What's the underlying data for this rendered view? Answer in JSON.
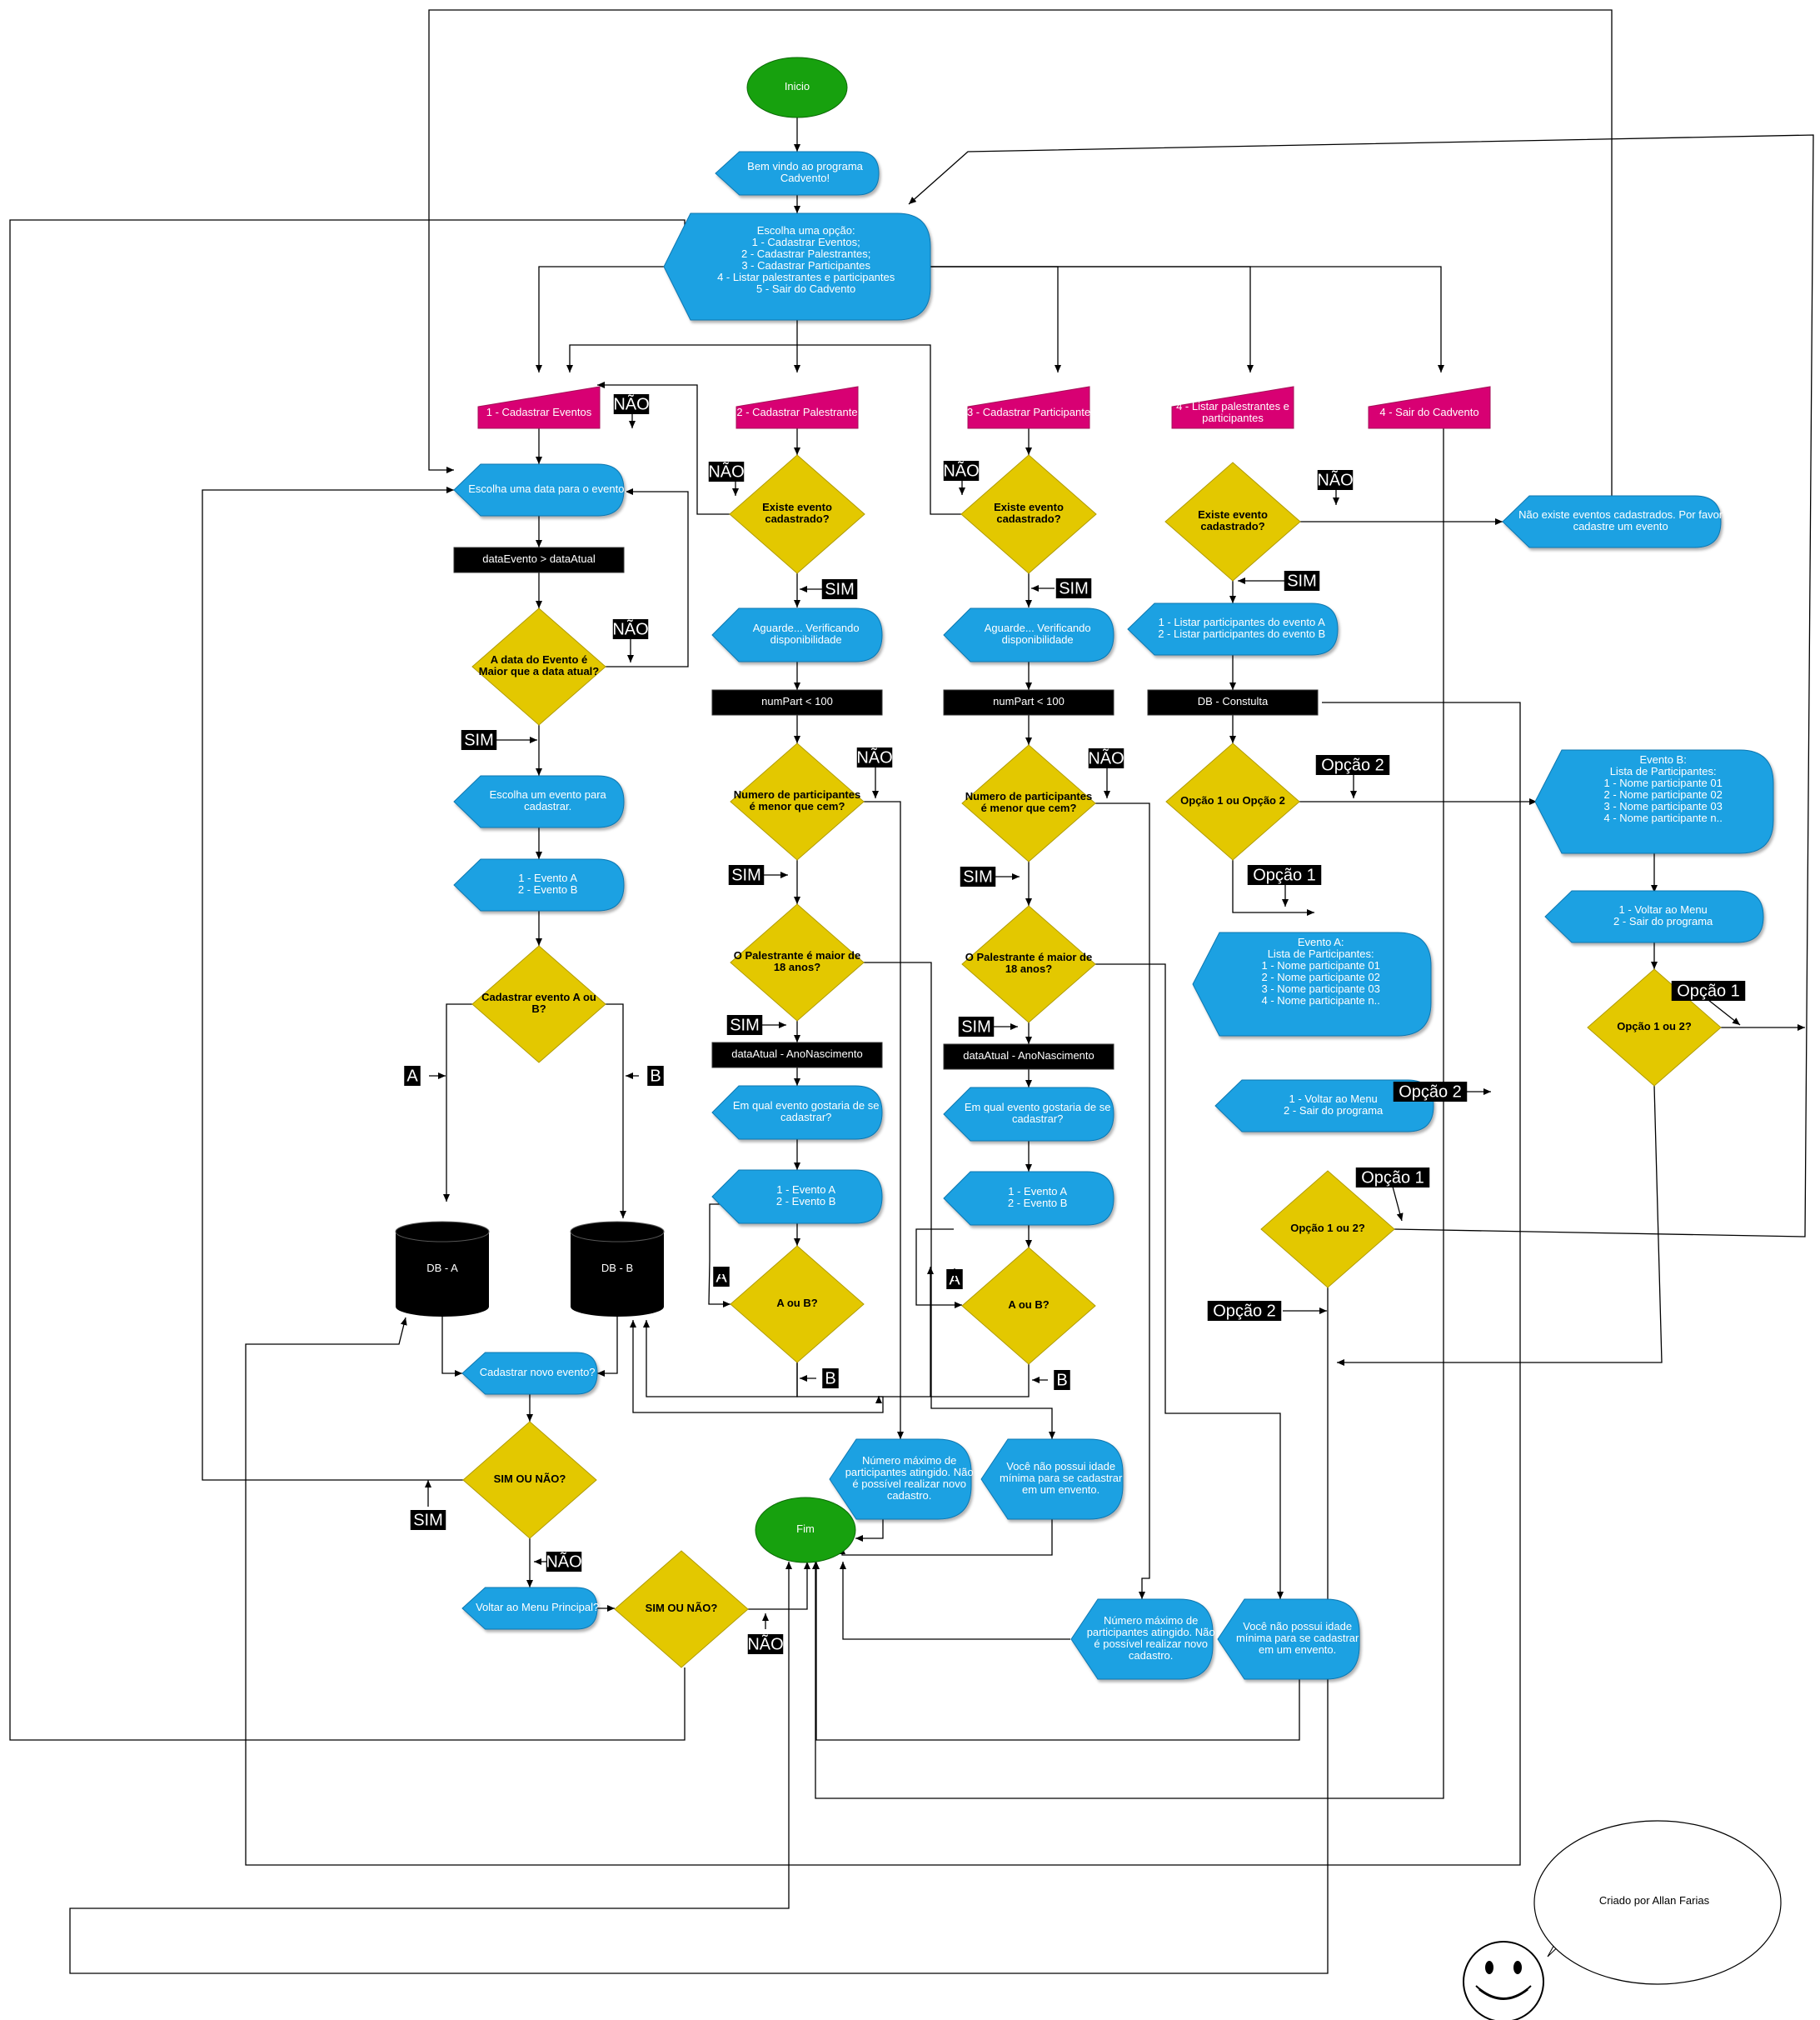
{
  "colors": {
    "terminal": "#17a10e",
    "display": "#1ba1e2",
    "manual": "#d80073",
    "decision": "#e3c800",
    "process": "#000000",
    "line": "#000000"
  },
  "nodes": {
    "inicio": "Inicio",
    "bem_vindo": [
      "Bem vindo ao programa",
      "Cadvento!"
    ],
    "menu": [
      "Escolha uma opção:",
      "",
      "1 - Cadastrar Eventos;",
      "2 - Cadastrar Palestrantes;",
      "3 - Cadastrar Participantes",
      "4 - Listar palestrantes e participantes",
      "5 - Sair do Cadvento"
    ],
    "op1": "1 - Cadastrar Eventos",
    "op2": "2 - Cadastrar Palestrante",
    "op3": "3 - Cadastrar Participante",
    "op4": [
      "4 - Listar palestrantes e",
      "participantes"
    ],
    "op5": "4 - Sair do Cadvento",
    "escolha_data": "Escolha uma data para o evento.",
    "data_evento_cmp": "dataEvento > dataAtual",
    "data_maior": [
      "A data do Evento é",
      "Maior que a data atual?"
    ],
    "escolha_evento": [
      "Escolha um evento para",
      "cadastrar."
    ],
    "evento_ab_1": [
      "1 - Evento A",
      "2 - Evento B"
    ],
    "cadastrar_ab": [
      "Cadastrar evento A ou",
      "B?"
    ],
    "db_a": "DB - A",
    "db_b": "DB - B",
    "cadastrar_novo": "Cadastrar novo evento?",
    "sim_ou_nao_1": "SIM OU NÃO?",
    "voltar_menu": "Voltar ao Menu Principal?",
    "sim_ou_nao_2": "SIM OU NÃO?",
    "fim": "Fim",
    "existe_evento_2": [
      "Existe evento",
      "cadastrado?"
    ],
    "aguarde_2": [
      "Aguarde... Verificando",
      "disponibilidade"
    ],
    "num_part_2": "numPart < 100",
    "num_menor_2": [
      "Numero de participantes",
      "é menor que cem?"
    ],
    "palestrante_maior_2": [
      "O Palestrante é maior de",
      "18 anos?"
    ],
    "data_atual_2": "dataAtual - AnoNascimento",
    "qual_evento_2": [
      "Em qual evento gostaria de se",
      "cadastrar?"
    ],
    "evento_ab_2": [
      "1 - Evento A",
      "2 - Evento B"
    ],
    "a_ou_b_2": "A ou B?",
    "max_part_2": [
      "Número máximo de",
      "participantes atingido. Não",
      "é possível realizar novo",
      "cadastro."
    ],
    "sem_idade_2": [
      "Você não possui idade",
      "mínima para se cadastrar",
      "em um envento."
    ],
    "existe_evento_3": [
      "Existe evento",
      "cadastrado?"
    ],
    "aguarde_3": [
      "Aguarde... Verificando",
      "disponibilidade"
    ],
    "num_part_3": "numPart < 100",
    "num_menor_3": [
      "Numero de participantes",
      "é menor que cem?"
    ],
    "participante_maior_3": [
      "O Palestrante é maior de",
      "18 anos?"
    ],
    "data_atual_3": "dataAtual - AnoNascimento",
    "qual_evento_3": [
      "Em qual evento gostaria de se",
      "cadastrar?"
    ],
    "evento_ab_3": [
      "1 - Evento A",
      "2 - Evento B"
    ],
    "a_ou_b_3": "A ou B?",
    "max_part_3": [
      "Número máximo de",
      "participantes atingido. Não",
      "é possível realizar novo",
      "cadastro."
    ],
    "sem_idade_3": [
      "Você não possui idade",
      "mínima para se cadastrar",
      "em um envento."
    ],
    "existe_evento_4": [
      "Existe evento",
      "cadastrado?"
    ],
    "nao_existe": [
      "Não existe eventos cadastrados. Por favor",
      "cadastre um evento"
    ],
    "listar_opcoes": [
      "1 - Listar participantes do evento A",
      "2 - Listar participantes do evento B"
    ],
    "db_consulta": "DB - Constulta",
    "opcao_1_2": "Opção 1 ou Opção 2",
    "evento_a_lista": [
      "Evento A:",
      "",
      "Lista de Participantes:",
      "",
      "1 - Nome participante 01",
      "2 - Nome participante 02",
      "3 - Nome participante 03",
      "4 - Nome participante n.."
    ],
    "voltar_sair_a": [
      "1 - Voltar ao Menu",
      "2 - Sair do programa"
    ],
    "opcao_1_2_a": "Opção 1 ou 2?",
    "evento_b_lista": [
      "Evento B:",
      "",
      "Lista de Participantes:",
      "",
      "1 - Nome participante 01",
      "2 - Nome participante 02",
      "3 - Nome participante 03",
      "4 - Nome participante n.."
    ],
    "voltar_sair_b": [
      "1 - Voltar ao Menu",
      "2 - Sair do programa"
    ],
    "opcao_1_2_b": "Opção 1 ou 2?",
    "autor": "Criado por Allan Farias"
  },
  "tags": {
    "sim": "SIM",
    "nao": "NÃO",
    "a": "A",
    "b": "B",
    "opcao1": "Opção 1",
    "opcao2": "Opção 2"
  }
}
